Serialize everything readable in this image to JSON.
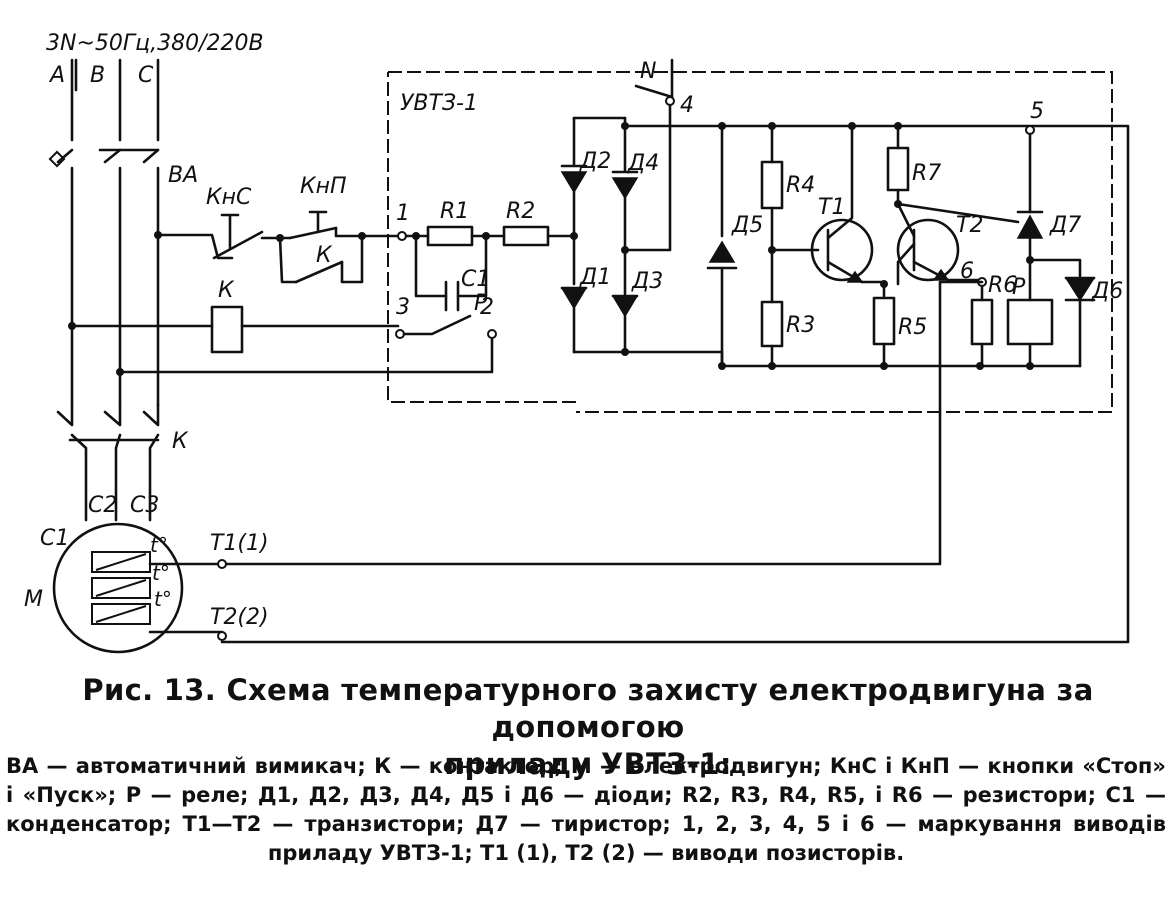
{
  "supply": "3N~50Гц,380/220В",
  "phases": [
    "A",
    "B",
    "C"
  ],
  "neutral": "N",
  "device": "УВТЗ-1",
  "components": {
    "breaker": "ВА",
    "stop_button": "КнС",
    "start_button": "КнП",
    "contactor_contact": "К",
    "contactor_coil": "К",
    "contactor_main": "К",
    "relay_contact": "Р",
    "relay_coil": "Р",
    "motor": "М",
    "r1": "R1",
    "r2": "R2",
    "r3": "R3",
    "r4": "R4",
    "r5": "R5",
    "r6": "R6",
    "r7": "R7",
    "c1": "C1",
    "d1": "Д1",
    "d2": "Д2",
    "d3": "Д3",
    "d4": "Д4",
    "d5": "Д5",
    "d6": "Д6",
    "d7": "Д7",
    "t1": "T1",
    "t2": "T2",
    "windings": [
      "C1",
      "C2",
      "C3"
    ],
    "thermistor_leads": [
      "T1(1)",
      "T2(2)"
    ],
    "thermistor_mark": "t°"
  },
  "terminals": [
    "1",
    "2",
    "3",
    "4",
    "5",
    "6"
  ],
  "caption": {
    "line1": "Рис. 13. Схема температурного захисту електродвигуна за допомогою",
    "line2": "приладу УВТЗ-1:"
  },
  "legend": "ВА — автоматичний вимикач; К — контактор; М — електродвигун; КнС і КнП — кнопки «Стоп» і «Пуск»; Р — реле; Д1, Д2, Д3, Д4, Д5 і Д6 — діоди; R2, R3, R4, R5, і R6 — резистори; С1 — конденсатор; Т1—Т2 — транзистори; Д7 — тиристор; 1, 2, 3, 4, 5 і 6 — маркування виводів приладу УВТЗ-1; Т1 (1), Т2 (2) — виводи позисторів."
}
